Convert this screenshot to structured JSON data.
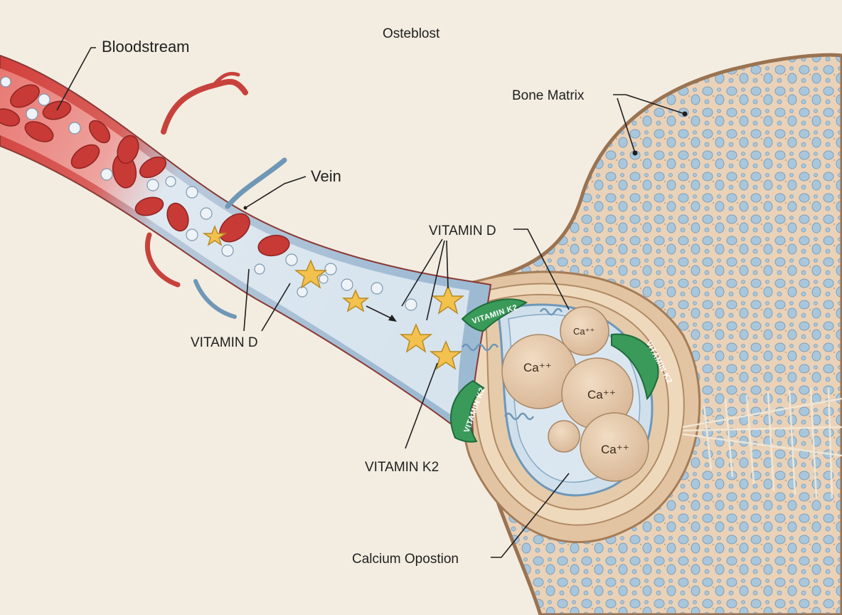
{
  "labels": {
    "bloodstream": "Bloodstream",
    "osteoblast": "Osteblost",
    "bone_matrix": "Bone Matrix",
    "vein": "Vein",
    "vitamin_d_top": "VITAMIN D",
    "vitamin_d_left": "VITAMIN D",
    "vitamin_k2": "VITAMIN K2",
    "calcium_deposition": "Calcium Opostion"
  },
  "molecules": {
    "calcium_ion": "Ca⁺⁺",
    "k2_badge": "VITAMIN K2",
    "k2_badge_short": "VITAMIN K2"
  },
  "colors": {
    "background": "#f3ede1",
    "artery": "#d9534f",
    "vein": "#8fb3d1",
    "bone": "#e8c8a8",
    "vitamin_k2": "#3a9a5a",
    "calcium": "#e6cdb0",
    "vitamin_d": "#f2c14e"
  }
}
